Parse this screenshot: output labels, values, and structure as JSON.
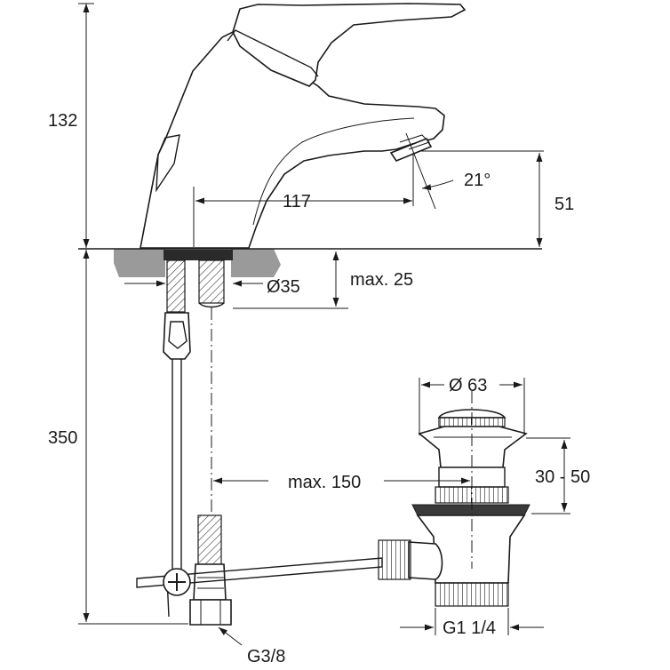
{
  "dimensions": {
    "faucet_height": "132",
    "spout_projection": "117",
    "spout_angle": "21°",
    "spout_height": "51",
    "hole_diameter": "Ø35",
    "max_thickness": "max. 25",
    "hose_length": "350",
    "waste_diameter": "Ø 63",
    "max_offset": "max. 150",
    "waste_adjust": "30 - 50",
    "waste_thread": "G1 1/4",
    "connection_thread": "G3/8"
  },
  "colors": {
    "line": "#1a1a1a",
    "countertop": "#9a9a9a"
  }
}
